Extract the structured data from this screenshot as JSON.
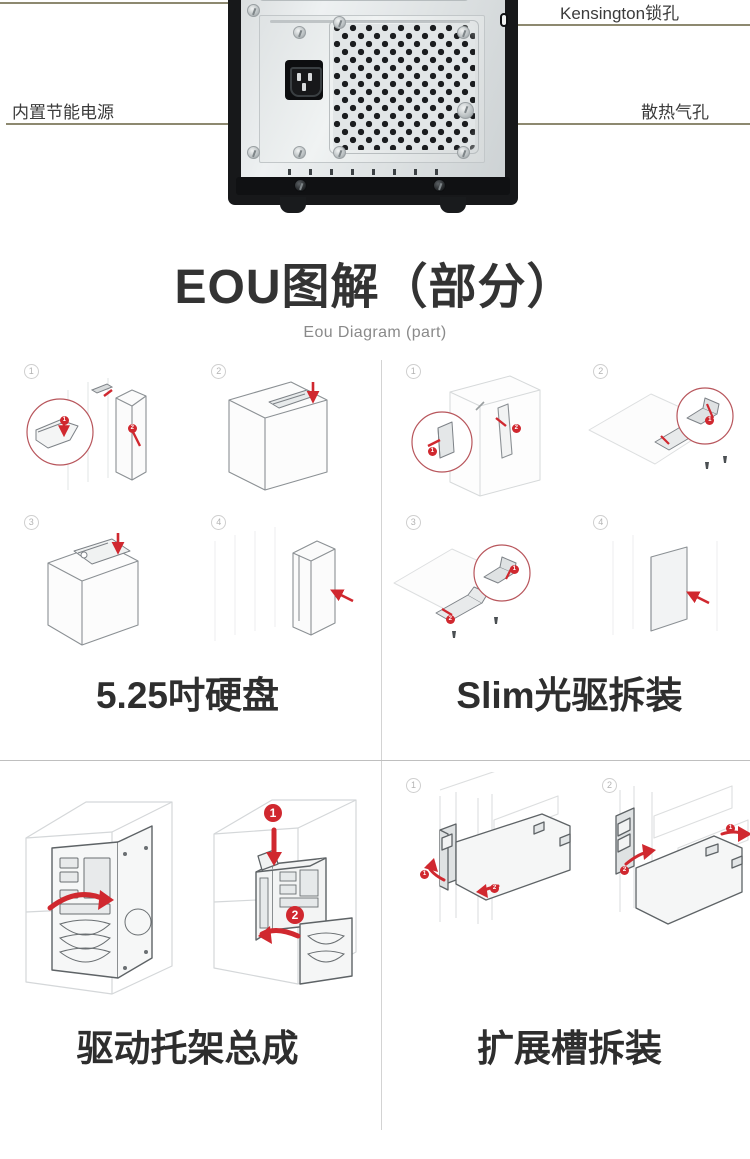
{
  "photo": {
    "alt_name": "pc-rear-panel-photo",
    "callouts": [
      {
        "id": "psu",
        "label": "内置节能电源",
        "side": "left"
      },
      {
        "id": "kensington",
        "label": "Kensington锁孔",
        "side": "right"
      },
      {
        "id": "vents",
        "label": "散热气孔",
        "side": "right"
      }
    ]
  },
  "title": {
    "main": "EOU图解（部分）",
    "sub": "Eou Diagram (part)"
  },
  "sections": [
    {
      "id": "hdd-525",
      "label": "5.25吋硬盘",
      "steps": [
        "1",
        "2",
        "3",
        "4"
      ],
      "badges": [
        "1",
        "2"
      ]
    },
    {
      "id": "slim-odd",
      "label": "Slim光驱拆装",
      "steps": [
        "1",
        "2",
        "3",
        "4"
      ],
      "badges": [
        "1",
        "2"
      ]
    },
    {
      "id": "drive-bay",
      "label": "驱动托架总成",
      "steps": [],
      "badges": [
        "1",
        "2"
      ]
    },
    {
      "id": "expansion-slot",
      "label": "扩展槽拆装",
      "steps": [
        "1",
        "2"
      ],
      "badges": [
        "1",
        "2"
      ]
    }
  ],
  "colors": {
    "accent_red": "#d0282f",
    "callout_line": "#8d8970",
    "title_text": "#333333",
    "subtitle_text": "#8a8a8a",
    "divider": "#d3d3d3",
    "line_art": "#6f7376"
  }
}
